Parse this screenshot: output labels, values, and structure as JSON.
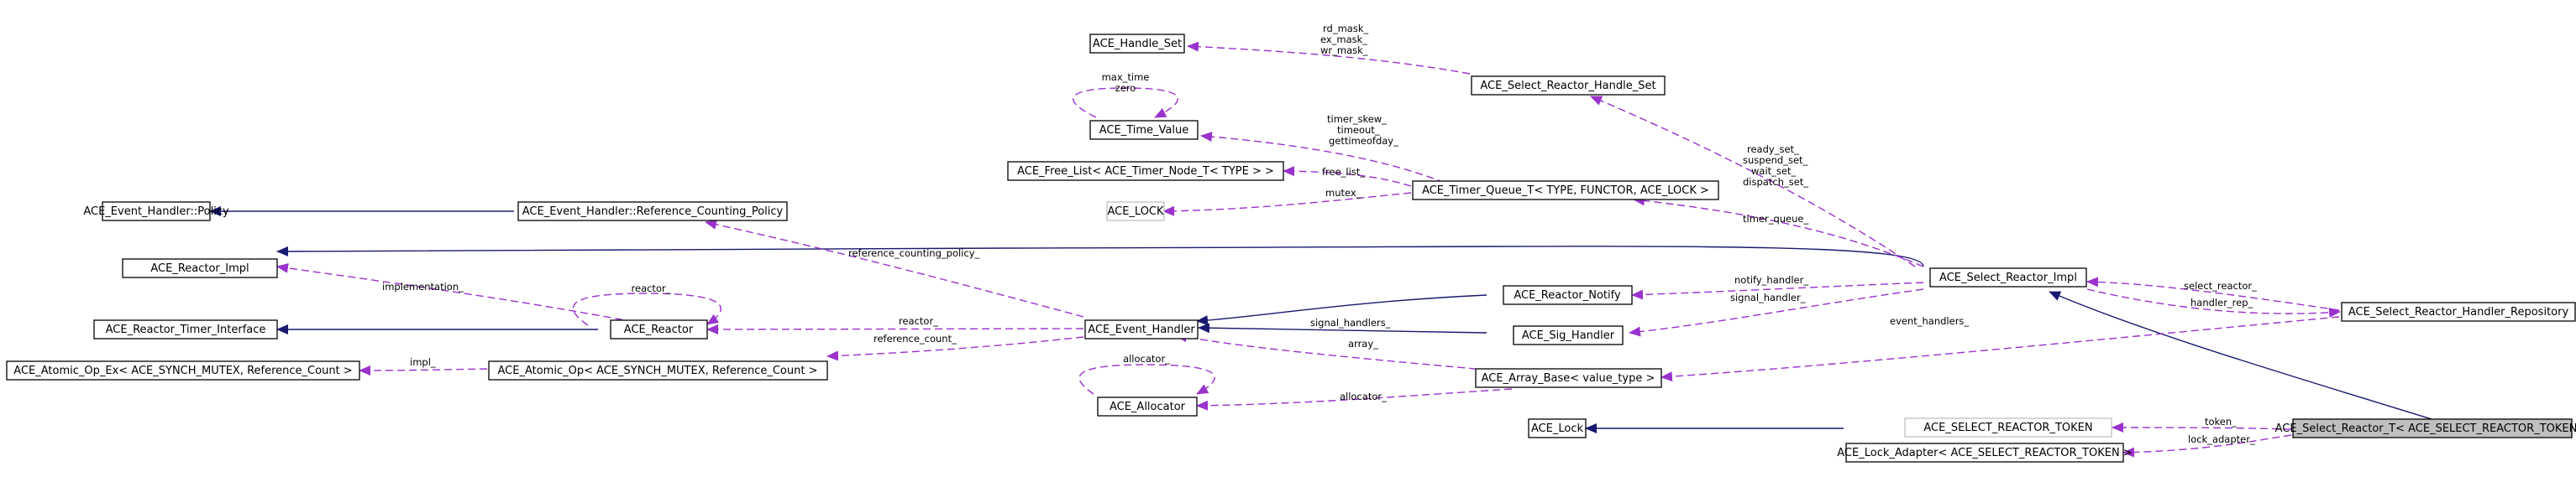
{
  "colors": {
    "inheritance": "#191970",
    "usage": "#9a32cd",
    "focus_fill": "#bfbfbf",
    "undocumented_border": "#bfbfbf"
  },
  "nodes": {
    "handle_set": "ACE_Handle_Set",
    "time_value": "ACE_Time_Value",
    "free_list": "ACE_Free_List< ACE_Timer_Node_T< TYPE > >",
    "lock_grey": "ACE_LOCK",
    "policy": "ACE_Event_Handler::Policy",
    "ref_policy": "ACE_Event_Handler::Reference_Counting_Policy",
    "reactor_impl": "ACE_Reactor_Impl",
    "timer_interface": "ACE_Reactor_Timer_Interface",
    "atomic_op_ex": "ACE_Atomic_Op_Ex< ACE_SYNCH_MUTEX, Reference_Count >",
    "reactor": "ACE_Reactor",
    "atomic_op": "ACE_Atomic_Op< ACE_SYNCH_MUTEX, Reference_Count >",
    "event_handler": "ACE_Event_Handler",
    "allocator": "ACE_Allocator",
    "handle_set_wrap": "ACE_Select_Reactor_Handle_Set",
    "timer_queue": "ACE_Timer_Queue_T< TYPE, FUNCTOR, ACE_LOCK >",
    "reactor_notify": "ACE_Reactor_Notify",
    "sig_handler": "ACE_Sig_Handler",
    "array_base": "ACE_Array_Base< value_type >",
    "select_reactor_impl": "ACE_Select_Reactor_Impl",
    "handler_repository": "ACE_Select_Reactor_Handler_Repository",
    "token_grey": "ACE_SELECT_REACTOR_TOKEN",
    "ace_lock": "ACE_Lock",
    "lock_adapter": "ACE_Lock_Adapter< ACE_SELECT_REACTOR_TOKEN >",
    "select_reactor_t": "ACE_Select_Reactor_T< ACE_SELECT_REACTOR_TOKEN >"
  },
  "edge_labels": {
    "rd_mask": "rd_mask_",
    "ex_mask": "ex_mask_",
    "wr_mask": "wr_mask_",
    "max_time": "max_time",
    "zero": "zero",
    "timer_skew": "timer_skew_",
    "timeout": "timeout_",
    "gettimeofday": "gettimeofday_",
    "free_list": "free_list_",
    "mutex": "mutex_",
    "reference_counting_policy": "reference_counting_policy_",
    "implementation": "implementation_",
    "reactor_self": "reactor_",
    "reactor": "reactor_",
    "reference_count": "reference_count_",
    "impl": "impl_",
    "allocator_self": "allocator_",
    "allocator": "allocator_",
    "array": "array_",
    "signal_handlers": "signal_handlers_",
    "notify_handler": "notify_handler_",
    "signal_handler": "signal_handler_",
    "ready_set": "ready_set_",
    "suspend_set": "suspend_set_",
    "wait_set": "wait_set_",
    "dispatch_set": "dispatch_set_",
    "timer_queue": "timer_queue_",
    "select_reactor": "select_reactor_",
    "handler_rep": "handler_rep_",
    "event_handlers": "event_handlers_",
    "token": "token_",
    "lock_adapter": "lock_adapter_"
  }
}
